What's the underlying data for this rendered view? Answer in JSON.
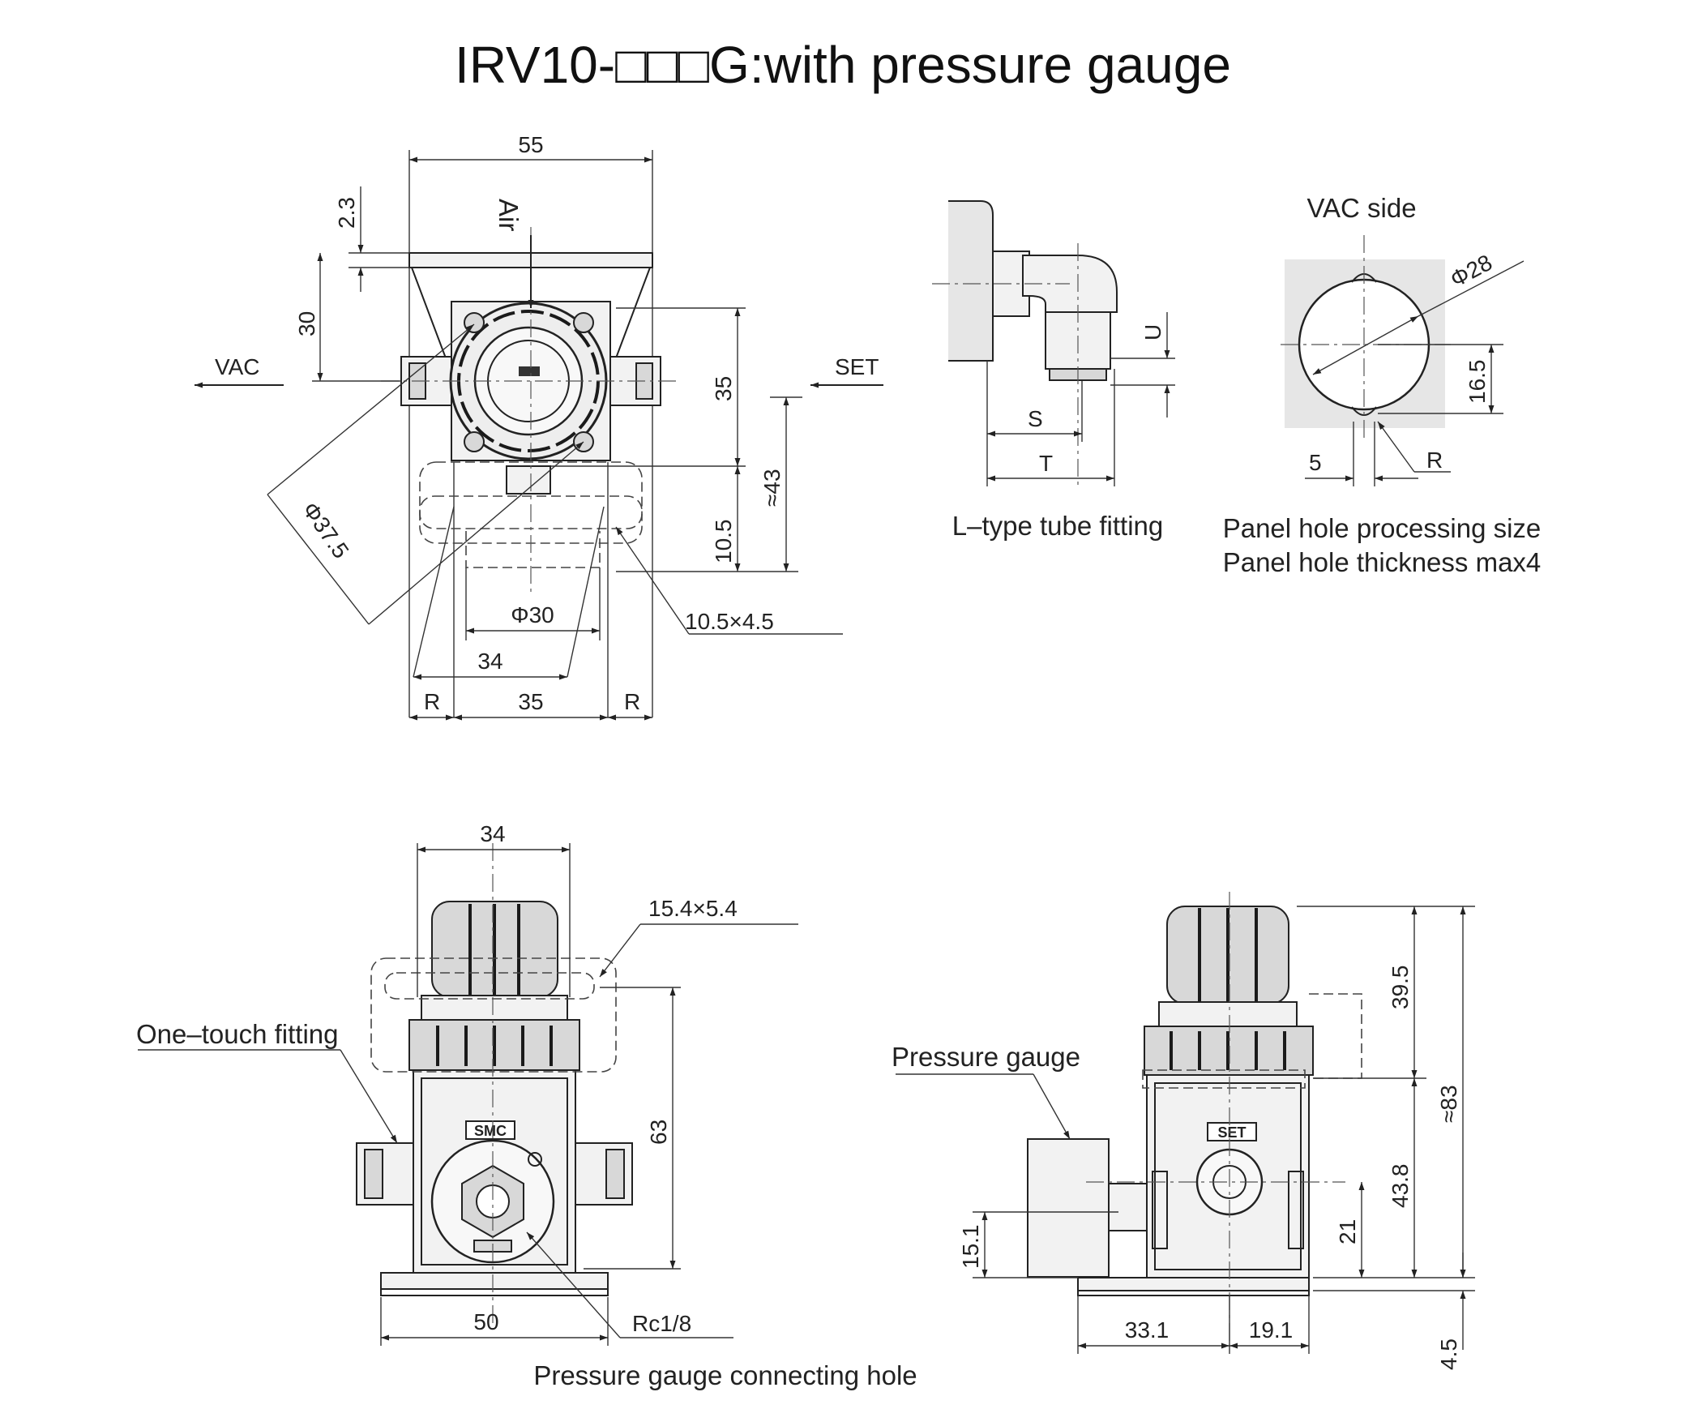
{
  "title": "IRV10-□□□G:with pressure gauge",
  "top_view": {
    "dim_width": "55",
    "dim_top": "2.3",
    "dim_port_height": "30",
    "dim_right_upper": "35",
    "dim_right_total": "≈43",
    "dim_right_lower": "10.5",
    "dim_diameter_outer": "Φ37.5",
    "dim_diameter_inner": "Φ30",
    "dim_bracket_slot": "10.5×4.5",
    "dim_34": "34",
    "dim_35": "35",
    "dim_r_left": "R",
    "dim_r_right": "R",
    "label_air": "Air",
    "label_vac": "VAC",
    "label_set": "SET"
  },
  "l_fitting": {
    "dim_u": "U",
    "dim_s": "S",
    "dim_t": "T",
    "caption": "L–type tube fitting"
  },
  "panel_hole": {
    "label_vac_side": "VAC side",
    "dim_diameter": "Φ28",
    "dim_16_5": "16.5",
    "dim_5": "5",
    "dim_r": "R",
    "caption_line1": "Panel hole processing size",
    "caption_line2": "Panel hole thickness max4"
  },
  "front_view": {
    "dim_top": "34",
    "dim_slot": "15.4×5.4",
    "dim_height": "63",
    "dim_base": "50",
    "label_fitting": "One–touch fitting",
    "label_port": "Rc1/8",
    "caption": "Pressure gauge connecting hole",
    "badge": "SMC"
  },
  "side_view": {
    "label_gauge": "Pressure gauge",
    "dim_39_5": "39.5",
    "dim_total": "≈83",
    "dim_43_8": "43.8",
    "dim_21": "21",
    "dim_15_1": "15.1",
    "dim_33_1": "33.1",
    "dim_19_1": "19.1",
    "dim_4_5": "4.5",
    "badge": "SET"
  }
}
